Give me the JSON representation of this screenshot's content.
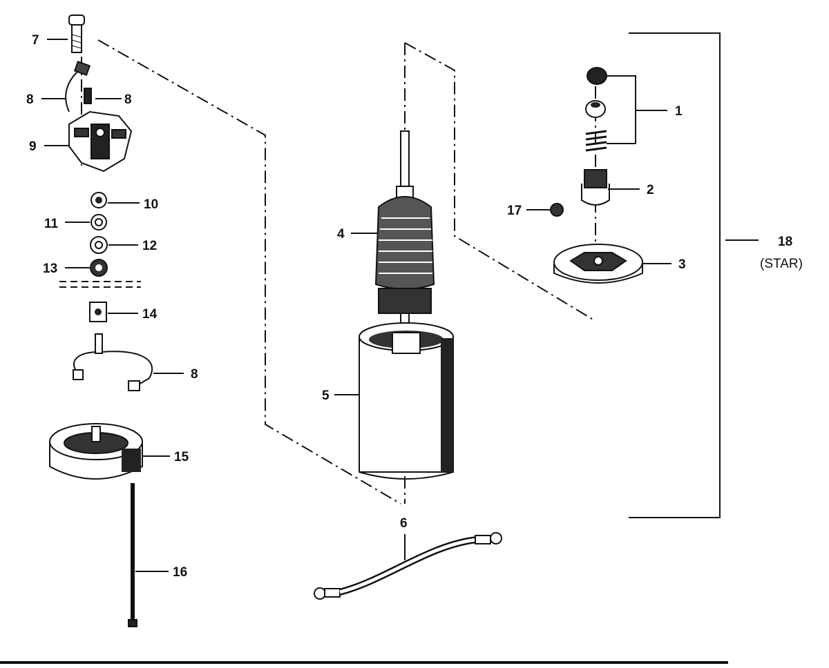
{
  "callouts": {
    "c1": "1",
    "c2": "2",
    "c3": "3",
    "c4": "4",
    "c5": "5",
    "c6": "6",
    "c7": "7",
    "c8a": "8",
    "c8b": "8",
    "c8c": "8",
    "c9": "9",
    "c10": "10",
    "c11": "11",
    "c12": "12",
    "c13": "13",
    "c14": "14",
    "c15": "15",
    "c16": "16",
    "c17": "17",
    "c18": "18",
    "c18_note": "(STAR)"
  },
  "colors": {
    "ink": "#111111",
    "paper": "#ffffff"
  }
}
